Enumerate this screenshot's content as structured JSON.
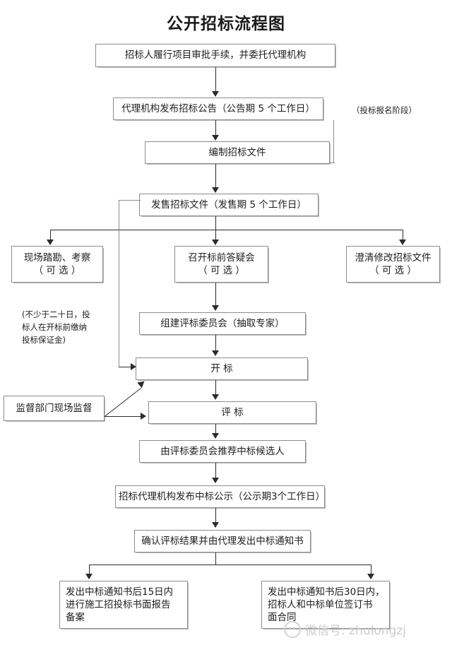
{
  "title": "公开招标流程图",
  "notes": {
    "bid_registration_stage": "（投标报名阶段）",
    "deposit_note": "(不少于二十日，投\n标人在开标前缴纳\n投标保证金)"
  },
  "watermark": {
    "text": "微信号: zhulongzj",
    "icon": "wechat-icon"
  },
  "nodes": {
    "approval": "招标人履行项目审批手续，并委托代理机构",
    "announcement": "代理机构发布招标公告（公告期 5 个工作日）",
    "prepare_docs": "编制招标文件",
    "sell_docs": "发售招标文件（发售期 5 个工作日）",
    "site_survey": "现场踏勘、考察\n（ 可  选 ）",
    "qa_meeting": "召开标前答疑会\n（ 可  选 ）",
    "clarify_docs": "澄清修改招标文件\n（ 可  选 ）",
    "form_committee": "组建评标委员会（抽取专家）",
    "bid_opening": "开     标",
    "bid_evaluation": "评     标",
    "supervision": "监督部门现场监督",
    "recommend_candidates": "由评标委员会推荐中标候选人",
    "publicity": "招标代理机构发布中标公示（公示期3个工作日）",
    "confirm_notice": "确认评标结果并由代理发出中标通知书",
    "report_filing": "发出中标通知书后15日内\n进行施工招投标书面报告\n备案",
    "sign_contract": "发出中标通知书后30日内，\n招标人和中标单位签订书\n面合同"
  },
  "colors": {
    "border": "#8d8d8d",
    "connector": "#2b2b2b",
    "text": "#1d1d1d",
    "background": "#ffffff",
    "watermark": "#c9c9c9"
  }
}
